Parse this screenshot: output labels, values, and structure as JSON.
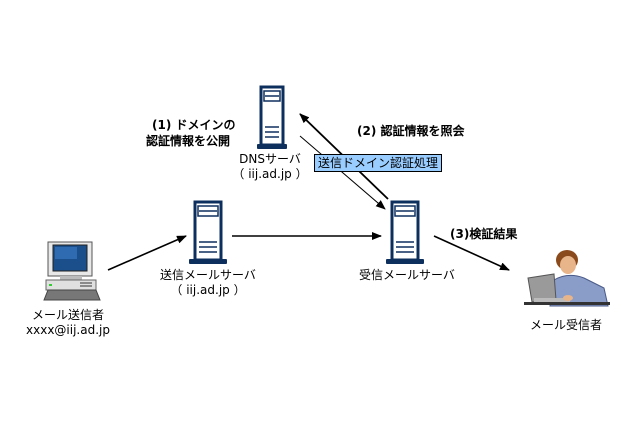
{
  "diagram": {
    "nodes": {
      "sender": {
        "label": "メール送信者",
        "address": "xxxx@iij.ad.jp",
        "icon": "desktop-computer-icon"
      },
      "sending_server": {
        "label": "送信メールサーバ",
        "domain": "（ iij.ad.jp ）",
        "icon": "server-icon"
      },
      "dns_server": {
        "label": "DNSサーバ",
        "domain": "（ iij.ad.jp ）",
        "icon": "server-icon"
      },
      "receiving_server": {
        "label": "受信メールサーバ",
        "icon": "server-icon"
      },
      "recipient": {
        "label": "メール受信者",
        "icon": "person-at-laptop-icon"
      }
    },
    "steps": {
      "step1_line1": "(1) ドメインの",
      "step1_line2": "認証情報を公開",
      "step2": "(2) 認証情報を照会",
      "step3": "(3)検証結果"
    },
    "callout": "送信ドメイン認証処理",
    "colors": {
      "server": "#0d2f5e",
      "callout_fill": "#99ccff",
      "arrow": "#000000"
    }
  }
}
